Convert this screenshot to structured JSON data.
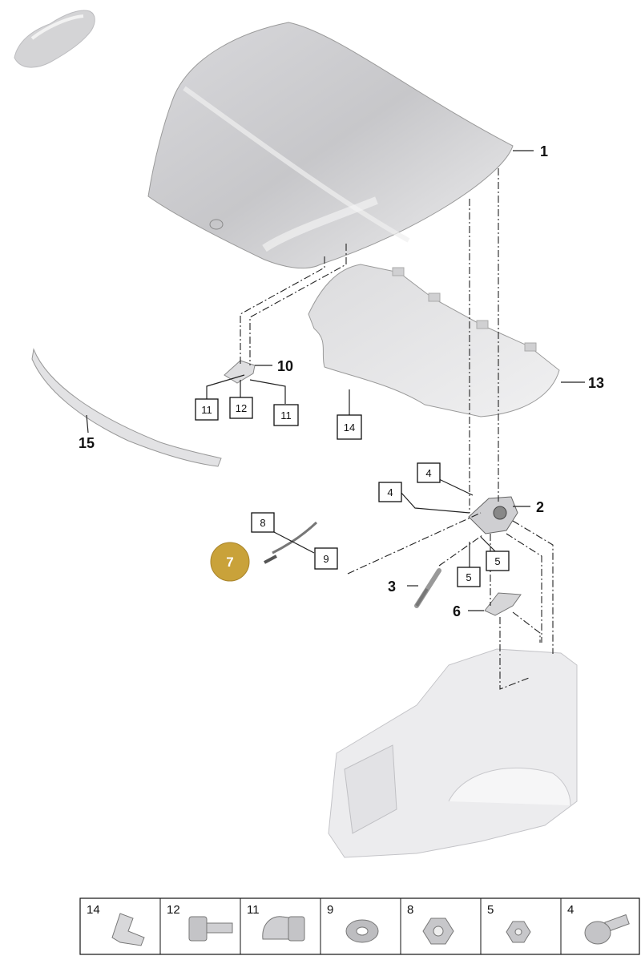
{
  "callouts": {
    "c1": "1",
    "c2": "2",
    "c3": "3",
    "c6": "6",
    "c7": "7",
    "c10": "10",
    "c13": "13",
    "c15": "15"
  },
  "boxed": {
    "b4a": "4",
    "b4b": "4",
    "b5a": "5",
    "b5b": "5",
    "b8": "8",
    "b9": "9",
    "b11a": "11",
    "b11b": "11",
    "b12": "12",
    "b14": "14"
  },
  "legend": [
    "14",
    "12",
    "11",
    "9",
    "8",
    "5",
    "4"
  ],
  "colors": {
    "highlight": "#c9a23a",
    "part_fill": "#e4e4e6",
    "line": "#222222"
  }
}
